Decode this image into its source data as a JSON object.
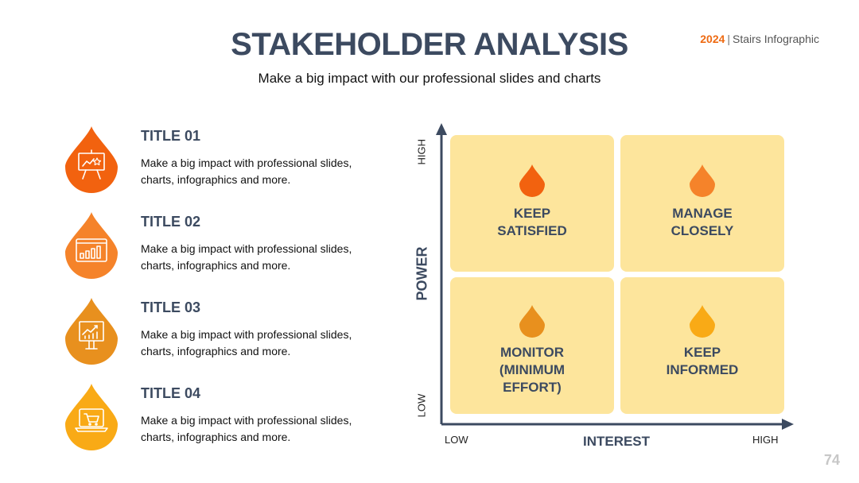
{
  "header": {
    "year": "2024",
    "separator": "|",
    "brand": "Stairs Infographic",
    "title": "STAKEHOLDER ANALYSIS",
    "subtitle": "Make a big impact with our professional slides and charts"
  },
  "items": [
    {
      "title": "TITLE 01",
      "text": "Make a big impact with professional slides, charts, infographics and more.",
      "icon": "presentation-board-icon",
      "color": "#f2620f"
    },
    {
      "title": "TITLE 02",
      "text": "Make a big impact with professional slides, charts, infographics and more.",
      "icon": "bar-chart-window-icon",
      "color": "#f5832a"
    },
    {
      "title": "TITLE 03",
      "text": "Make a big impact with professional slides, charts, infographics and more.",
      "icon": "growth-chart-monitor-icon",
      "color": "#e8901e"
    },
    {
      "title": "TITLE 04",
      "text": "Make a big impact with professional slides, charts, infographics and more.",
      "icon": "shopping-cart-laptop-icon",
      "color": "#f9aa16"
    }
  ],
  "matrix": {
    "y_axis": "POWER",
    "x_axis": "INTEREST",
    "y_high": "HIGH",
    "y_low": "LOW",
    "x_low": "LOW",
    "x_high": "HIGH",
    "quadrants": [
      {
        "label": "KEEP\nSATISFIED",
        "color": "#f2620f"
      },
      {
        "label": "MANAGE\nCLOSELY",
        "color": "#f5832a"
      },
      {
        "label": "MONITOR\n(MINIMUM\nEFFORT)",
        "color": "#e8901e"
      },
      {
        "label": "KEEP\nINFORMED",
        "color": "#f9aa16"
      }
    ],
    "quadrant_bg": "#fde59c"
  },
  "page_number": "74"
}
